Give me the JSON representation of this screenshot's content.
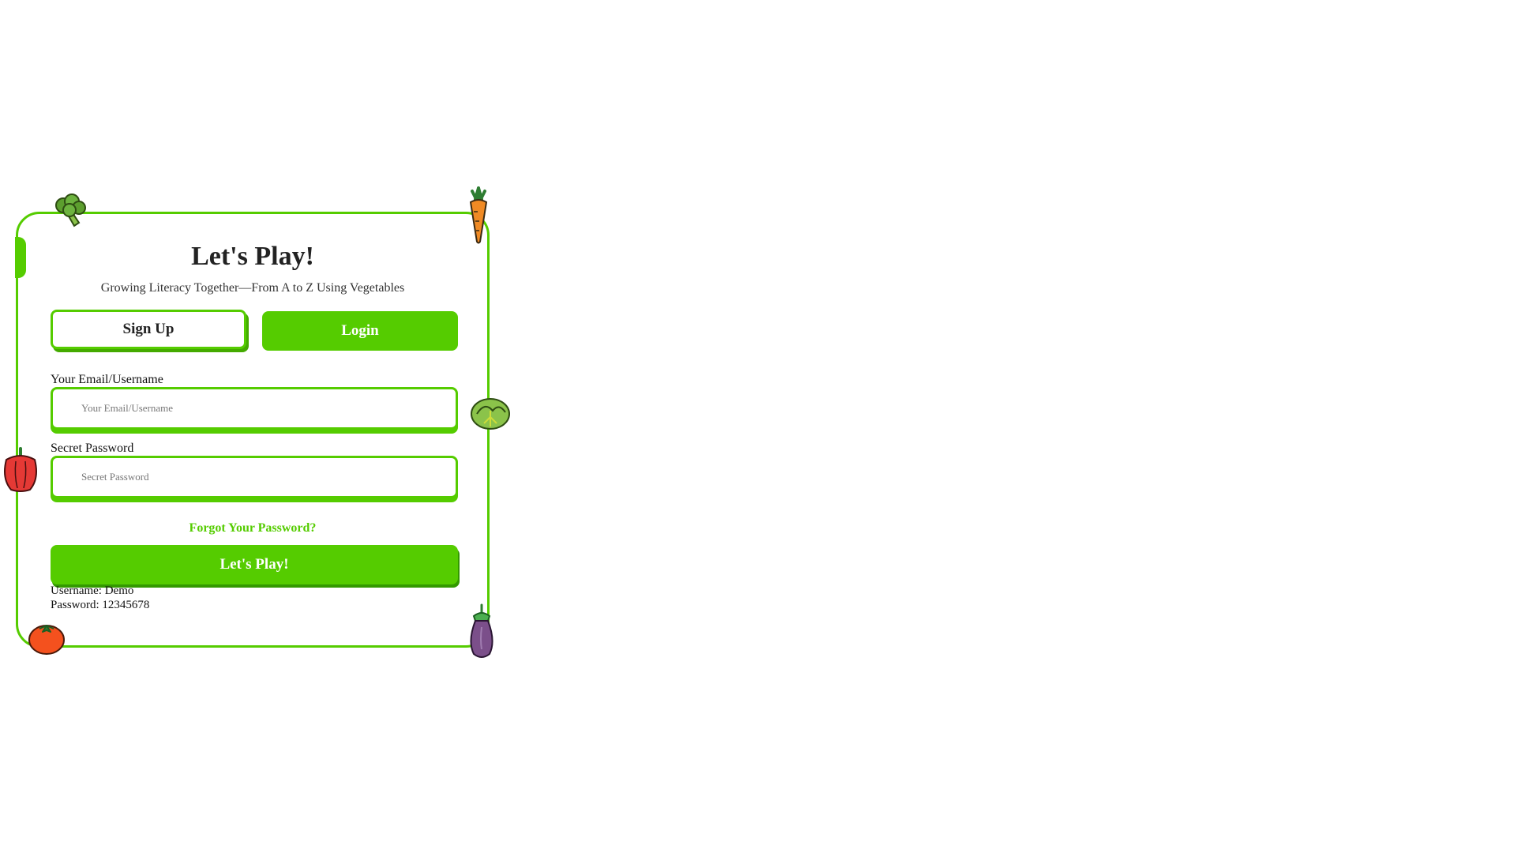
{
  "colors": {
    "accent": "#55cc00",
    "accent_dark": "#339900",
    "text": "#222222"
  },
  "header": {
    "title": "Let's Play!",
    "subtitle": "Growing Literacy Together—From A to Z Using Vegetables"
  },
  "tabs": {
    "signup_label": "Sign Up",
    "login_label": "Login",
    "active": "Login"
  },
  "form": {
    "email_label": "Your Email/Username",
    "email_placeholder": "Your Email/Username",
    "email_value": "",
    "password_label": "Secret Password",
    "password_placeholder": "Secret Password",
    "password_value": "",
    "forgot_label": "Forgot Your Password?",
    "submit_label": "Let's Play!"
  },
  "demo": {
    "username_line": "Username: Demo",
    "password_line": "Password: 12345678"
  },
  "decorations": [
    "broccoli-icon",
    "carrot-icon",
    "cabbage-icon",
    "bell-pepper-icon",
    "tomato-icon",
    "eggplant-icon"
  ]
}
